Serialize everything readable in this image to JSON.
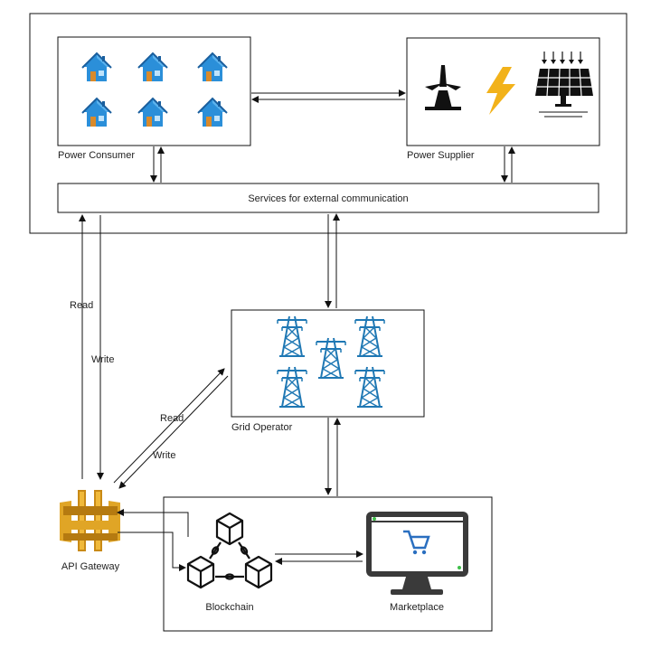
{
  "nodes": {
    "power_consumer": "Power Consumer",
    "power_supplier": "Power Supplier",
    "services": "Services for external communication",
    "grid_operator": "Grid Operator",
    "api_gateway": "API Gateway",
    "blockchain": "Blockchain",
    "marketplace": "Marketplace"
  },
  "edges": {
    "read_left": "Read",
    "write_left": "Write",
    "read_grid": "Read",
    "write_grid": "Write"
  },
  "icons": {
    "consumer": "house-icon",
    "wind": "wind-turbine-icon",
    "lightning": "lightning-bolt-icon",
    "solar": "solar-panel-icon",
    "tower": "transmission-tower-icon",
    "api": "api-gateway-icon",
    "blockchain": "blockchain-icon",
    "marketplace": "marketplace-monitor-icon"
  },
  "colors": {
    "house_blue": "#2b8fd9",
    "house_door": "#d98a2b",
    "tower_blue": "#1f78b4",
    "bolt_yellow": "#f2b21a",
    "gateway_gold": "#e0a526",
    "screen_dark": "#3a3a3a",
    "cart_blue": "#2a6fc0",
    "led_green": "#3fbf4a"
  }
}
